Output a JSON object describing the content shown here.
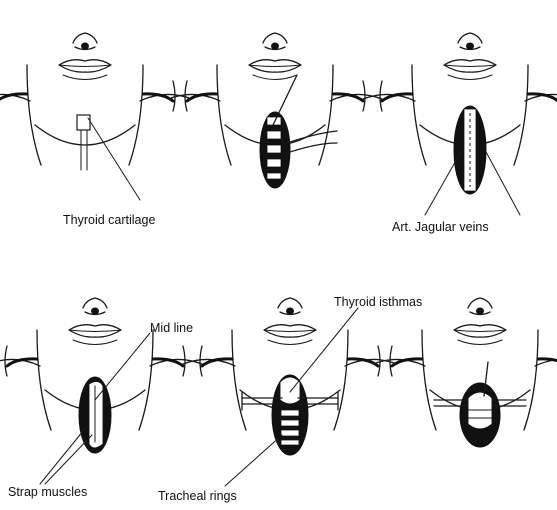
{
  "labels": {
    "thyroid_cartilage": "Thyroid cartilage",
    "jugular_veins": "Art. Jagular veins",
    "mid_line": "Mid line",
    "thyroid_isthmus": "Thyroid isthmas",
    "strap_muscles": "Strap muscles",
    "tracheal_rings": "Tracheal rings"
  },
  "colors": {
    "ink": "#111111",
    "background": "#ffffff"
  }
}
